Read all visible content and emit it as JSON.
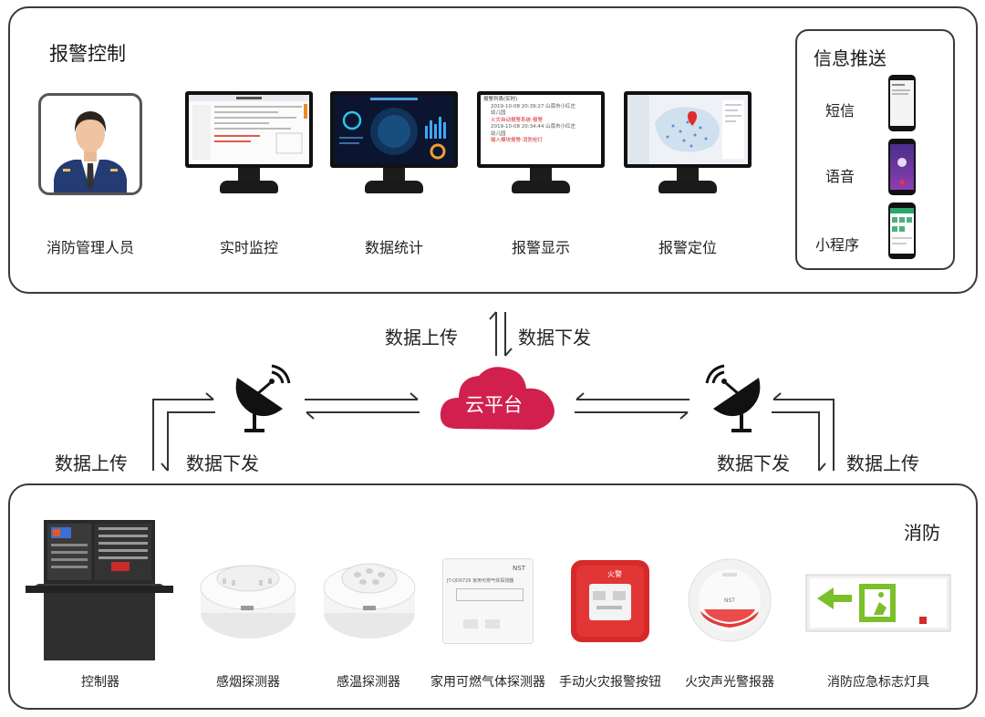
{
  "top_panel": {
    "title": "报警控制",
    "items": [
      {
        "label": "消防管理人员"
      },
      {
        "label": "实时监控"
      },
      {
        "label": "数据统计"
      },
      {
        "label": "报警显示"
      },
      {
        "label": "报警定位"
      }
    ],
    "alarm_screen_lines": [
      "报警列表(实时)",
      "2019-10-08 20:39:27  山南市小红庄",
      "幼儿园",
      "火灾自动报警系统-报警",
      "2019-10-08 20:34:44  山南市小红庄",
      "幼儿园",
      "输入模块报警-消防栓打"
    ],
    "push": {
      "title": "信息推送",
      "items": [
        {
          "label": "短信"
        },
        {
          "label": "语音"
        },
        {
          "label": "小程序"
        }
      ]
    }
  },
  "middle": {
    "cloud_label": "云平台",
    "center_up": "数据上传",
    "center_down": "数据下发",
    "left_up": "数据上传",
    "left_down": "数据下发",
    "right_down": "数据下发",
    "right_up": "数据上传"
  },
  "bottom_panel": {
    "title": "消防",
    "devices": [
      {
        "label": "控制器"
      },
      {
        "label": "感烟探测器"
      },
      {
        "label": "感温探测器"
      },
      {
        "label": "家用可燃气体探测器"
      },
      {
        "label": "手动火灾报警按钮"
      },
      {
        "label": "火灾声光警报器"
      },
      {
        "label": "消防应急标志灯具"
      }
    ],
    "brand": "NST",
    "gas_model": "JT-QD0726 家用可燃气体探测器"
  },
  "colors": {
    "cloud": "#d2204e",
    "panel_border": "#3a3a3a",
    "alarm_red": "#d62a2a",
    "exit_green": "#7bbf2b"
  }
}
